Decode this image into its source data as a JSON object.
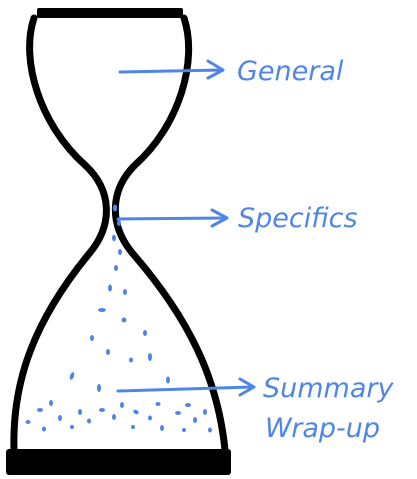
{
  "diagram": {
    "labels": {
      "general": "General",
      "specifics": "Specifics",
      "summary_line1": "Summary",
      "summary_line2": "Wrap-up"
    }
  },
  "colors": {
    "outline": "#000000",
    "accent": "#4f86e6"
  }
}
